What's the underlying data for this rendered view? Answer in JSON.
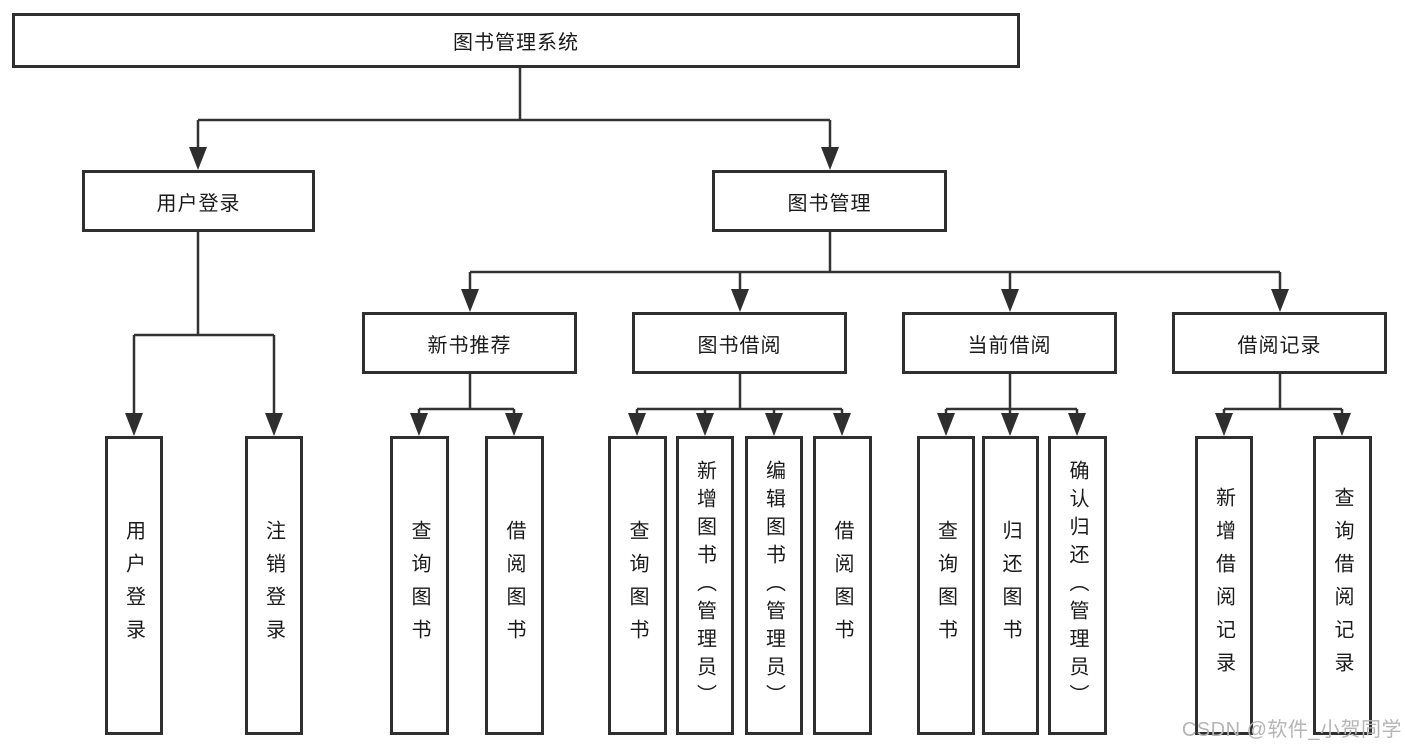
{
  "diagram": {
    "root": {
      "label": "图书管理系统"
    },
    "level2": {
      "user_login": {
        "label": "用户登录"
      },
      "book_management": {
        "label": "图书管理"
      }
    },
    "level3": {
      "new_book_recommendation": {
        "label": "新书推荐"
      },
      "book_borrowing": {
        "label": "图书借阅"
      },
      "current_borrowing": {
        "label": "当前借阅"
      },
      "borrowing_records": {
        "label": "借阅记录"
      }
    },
    "leaves": {
      "user_login": [
        {
          "label": "用户登录"
        },
        {
          "label": "注销登录"
        }
      ],
      "new_book_recommendation": [
        {
          "label": "查询图书"
        },
        {
          "label": "借阅图书"
        }
      ],
      "book_borrowing": [
        {
          "label": "查询图书"
        },
        {
          "label": "新增图书（管理员）"
        },
        {
          "label": "编辑图书（管理员）"
        },
        {
          "label": "借阅图书"
        }
      ],
      "current_borrowing": [
        {
          "label": "查询图书"
        },
        {
          "label": "归还图书"
        },
        {
          "label": "确认归还（管理员）"
        }
      ],
      "borrowing_records": [
        {
          "label": "新增借阅记录"
        },
        {
          "label": "查询借阅记录"
        }
      ]
    },
    "colors": {
      "line": "#333333",
      "box_border": "#2f2f2f",
      "text": "#1a1a1a",
      "watermark": "#b5b5b5",
      "background": "#ffffff"
    },
    "watermark": "CSDN @软件_小贺同学"
  }
}
